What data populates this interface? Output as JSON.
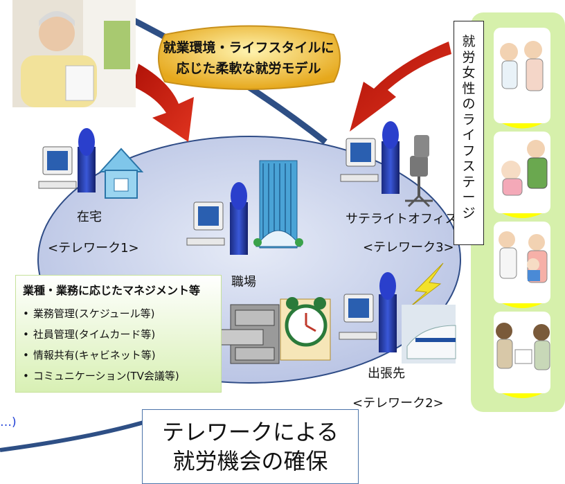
{
  "banner": {
    "line1": "就業環境・ライフスタイルに",
    "line2": "応じた柔軟な就労モデル"
  },
  "locations": {
    "home": {
      "name": "在宅",
      "tag": "<テレワーク1>"
    },
    "satellite": {
      "name": "サテライトオフィス",
      "tag": "<テレワーク3>"
    },
    "workplace": {
      "name": "職場"
    },
    "business_trip": {
      "name": "出張先",
      "tag": "<テレワーク2>"
    }
  },
  "management": {
    "title": "業種・業務に応じたマネジメント等",
    "items": [
      "業務管理(スケジュール等)",
      "社員管理(タイムカード等)",
      "情報共有(キャビネット等)",
      "コミュニケーション(TV会議等)"
    ]
  },
  "life_stage": {
    "label": [
      "就",
      "労",
      "女",
      "性",
      "の",
      "ラ",
      "イ",
      "フ",
      "ス",
      "テ",
      "ー",
      "ジ"
    ]
  },
  "bottom": {
    "line1": "テレワークによる",
    "line2": "就労機会の確保"
  },
  "partial_left_text": "…)",
  "colors": {
    "ellipse_fill": "#c7cfe8",
    "ellipse_stroke": "#2f4c86",
    "arrow_red": "#d31f0f",
    "panel_green": "#d6f0ab",
    "banner_gold": "#f2c12c"
  }
}
